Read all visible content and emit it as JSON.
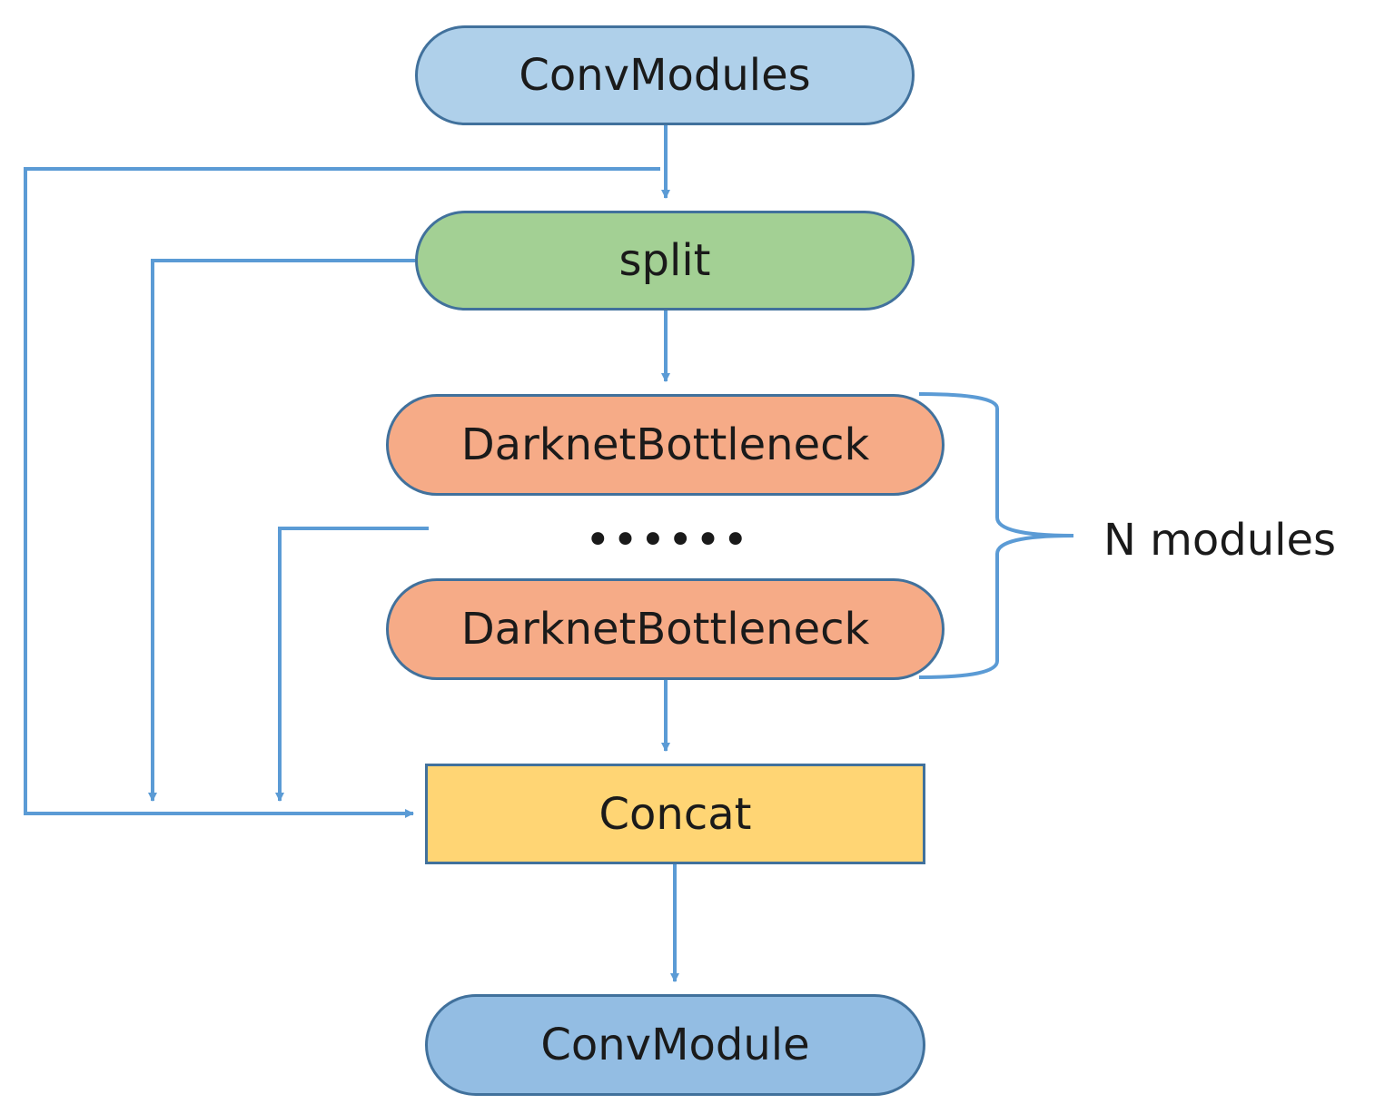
{
  "nodes": {
    "convmodules": "ConvModules",
    "split": "split",
    "bottleneck_first": "DarknetBottleneck",
    "ellipsis": "••••••",
    "bottleneck_last": "DarknetBottleneck",
    "concat": "Concat",
    "convmodule": "ConvModule"
  },
  "brace_label": "N modules",
  "colors": {
    "edge": "#5b9bd5",
    "node_border": "#41719c",
    "convmodules_fill": "#afd0ea",
    "split_fill": "#a3d094",
    "bottleneck_fill": "#f6ab87",
    "concat_fill": "#ffd574",
    "convmodule_fill": "#93bde3"
  }
}
